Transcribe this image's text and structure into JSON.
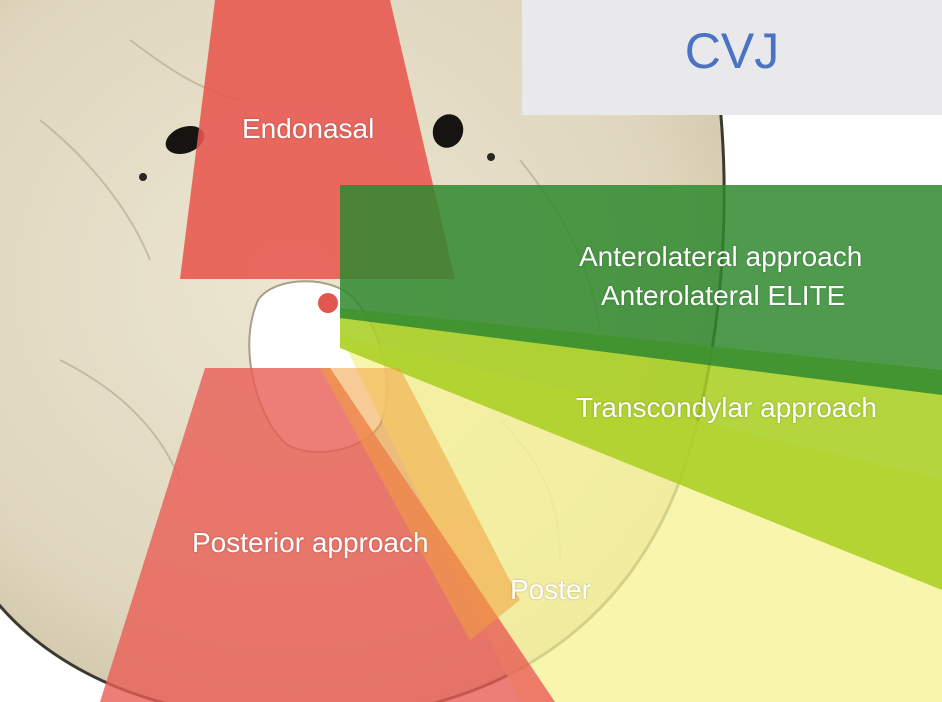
{
  "title": "CVJ",
  "colors": {
    "background": "#ffffff",
    "bone": "#e6dfc9",
    "title_box": "#e9e9eb",
    "title_text": "#4a73c4",
    "endonasal": "#e8574f",
    "anterolateral": "#2f8a2f",
    "transcondylar": "#a8cf22",
    "posterior": "#e85c55",
    "posterolateral": "#f6f39b",
    "label_text": "#ffffff"
  },
  "labels": {
    "endonasal": "Endonasal",
    "anterolateral_1": "Anterolateral approach",
    "anterolateral_2": "Anterolateral ELITE",
    "transcondylar": "Transcondylar approach",
    "posterior": "Posterior approach",
    "posterolateral_partial": "Poster"
  }
}
